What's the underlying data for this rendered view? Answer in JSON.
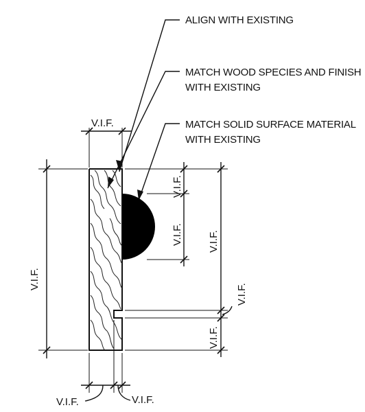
{
  "notes": {
    "align": "ALIGN WITH EXISTING",
    "wood_line1": "MATCH WOOD SPECIES AND FINISH",
    "wood_line2": "WITH EXISTING",
    "solid_line1": "MATCH SOLID SURFACE MATERIAL",
    "solid_line2": "WITH EXISTING"
  },
  "dims": {
    "top_width": "V.I.F.",
    "overall_height": "V.I.F.",
    "right_top": "V.I.F.",
    "right_bead": "V.I.F.",
    "right_upper": "V.I.F.",
    "right_groove": "V.I.F.",
    "right_bottom": "V.I.F.",
    "bottom_left": "V.I.F.",
    "bottom_right": "V.I.F."
  },
  "colors": {
    "ink": "#111111",
    "solid_surface": "#000000"
  }
}
